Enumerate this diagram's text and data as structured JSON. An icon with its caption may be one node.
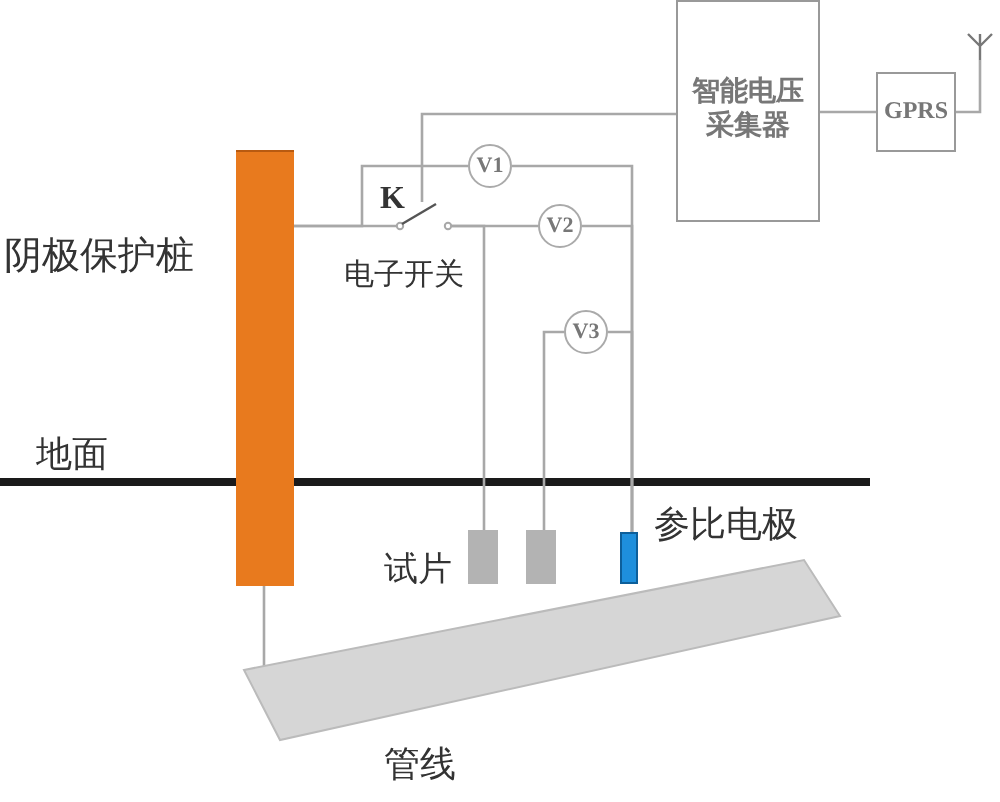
{
  "diagram": {
    "nodes": [
      {
        "text": [],
        "shape": "bar",
        "beside": [
          "阴极保护桩"
        ]
      },
      {
        "text": [],
        "shape": "switch",
        "beside": [
          "K",
          "电子开关"
        ]
      },
      {
        "text": [
          "V1"
        ]
      },
      {
        "text": [
          "V2"
        ]
      },
      {
        "text": [
          "V3"
        ]
      },
      {
        "text": [
          "智能电压采集器"
        ]
      },
      {
        "text": [
          "GPRS"
        ]
      },
      {
        "text": [],
        "shape": "antenna"
      },
      {
        "text": [],
        "shape": "bar"
      },
      {
        "text": [],
        "shape": "bar"
      },
      {
        "text": [],
        "shape": "bar",
        "beside": [
          "参比电极"
        ]
      },
      {
        "text": [],
        "shape": "band",
        "beside": [
          "管线"
        ]
      }
    ],
    "edges": [
      {
        "from": 0,
        "to": 1,
        "arrow": "none"
      },
      {
        "from": 0,
        "to": 2,
        "arrow": "none"
      },
      {
        "from": 5,
        "to": 1,
        "arrow": "none"
      },
      {
        "from": 1,
        "to": 3,
        "arrow": "none"
      },
      {
        "from": 1,
        "to": 8,
        "arrow": "none"
      },
      {
        "from": 2,
        "to": 10,
        "arrow": "none"
      },
      {
        "from": 3,
        "to": 10,
        "arrow": "none"
      },
      {
        "from": 4,
        "to": 10,
        "arrow": "none"
      },
      {
        "from": 4,
        "to": 9,
        "arrow": "none"
      },
      {
        "from": 5,
        "to": 6,
        "arrow": "none"
      },
      {
        "from": 6,
        "to": 7,
        "arrow": "none"
      },
      {
        "from": 0,
        "to": 11,
        "arrow": "none"
      }
    ],
    "labels": [
      "地面",
      "试片"
    ]
  }
}
